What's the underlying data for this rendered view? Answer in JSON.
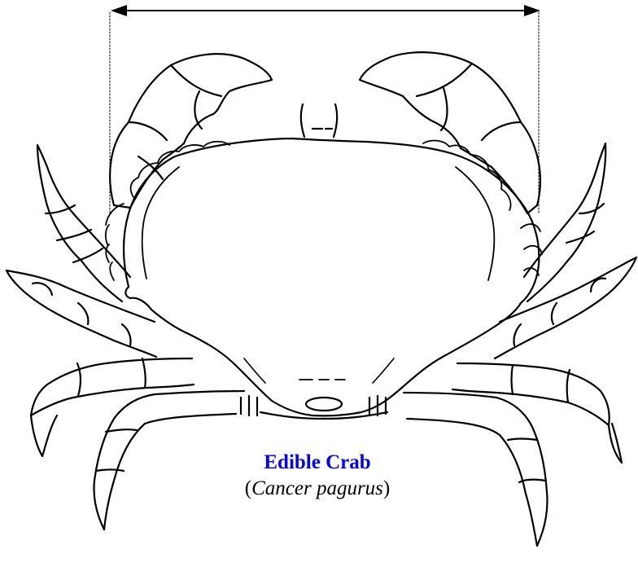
{
  "diagram": {
    "name_label": "Edible Crab",
    "scientific_name_open": "(",
    "scientific_name": "Cancer pagurus",
    "scientific_name_close": ")",
    "title_color": "#0000ff",
    "line_color": "#000000",
    "measurement_indicator": "carapace width arrow"
  }
}
